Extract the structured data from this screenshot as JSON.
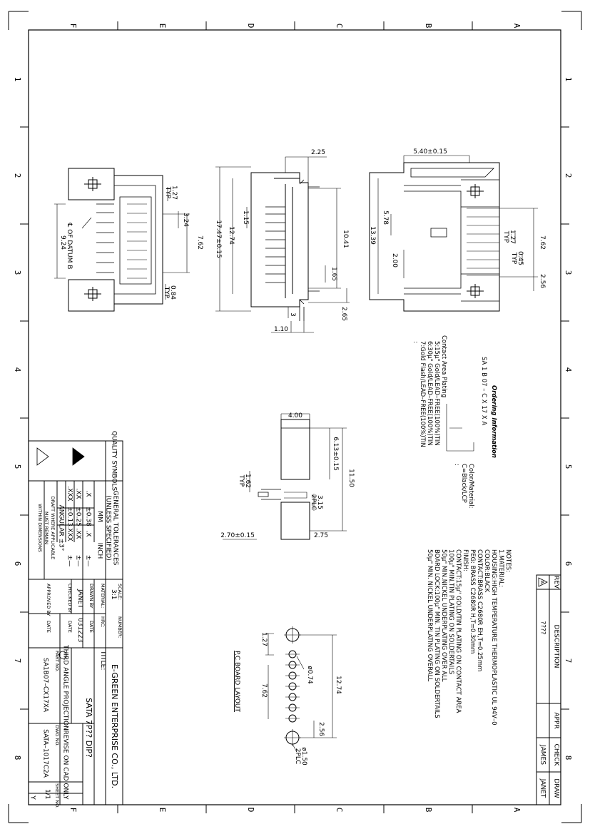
{
  "zones": {
    "letters": [
      "F",
      "E",
      "D",
      "C",
      "B",
      "A"
    ],
    "numbers": [
      "1",
      "2",
      "3",
      "4",
      "5",
      "6",
      "7",
      "8"
    ]
  },
  "views": {
    "left": {
      "dims": [
        "1.27",
        "TYP",
        "3.24",
        "7.62",
        "9.24",
        "℄ OF DATUM B",
        "0.84",
        "TYP"
      ]
    },
    "side": {
      "dims": [
        "2.25",
        "1.15",
        "12.74",
        "17.47±0.15",
        "10.41",
        "1.65",
        "2.65",
        "3",
        "1.10"
      ]
    },
    "right": {
      "dims": [
        "5.40±0.15",
        "5.78",
        "13.39",
        "2.00",
        "1.27",
        "TYP",
        "0.45",
        "TYP",
        "7.62",
        "2.56"
      ]
    },
    "front": {
      "dims": [
        "4.00",
        "6.13±0.15",
        "11.50",
        "1.62",
        "TYP",
        "3.15",
        "2PLC",
        "2.70±0.15",
        "2.75"
      ]
    },
    "pcb": {
      "title": "P.C.BOARD LAYOUT",
      "dims": [
        "1.27",
        "ø0.74",
        "12.74",
        "7.62",
        "2.56",
        "ø1.50",
        "2PLC"
      ]
    }
  },
  "ordering": {
    "title": "Ordering Information",
    "code": "SA 1 B 07 – C X 17 X A",
    "plating_title": "Contact Area Plating",
    "plating": [
      "5:15µ\" Gold/LEAD–FREE(100%)TIN",
      "6:30µ\" Gold/LEAD–FREE(100%)TIN",
      "7:Gold Flash/LEAD–FREE(100%)TIN",
      ":"
    ],
    "color_title": "Color/Material:",
    "color_values": [
      "C=Black/LCP",
      ":"
    ]
  },
  "notes": {
    "lines": [
      "NOTES:",
      "1.MATERIAL:",
      "HOUSING:HIGH TEMPERATURE THERMOPLASTIC UL 94V–0",
      "         COLOR:BLACK",
      "CONTACT:BRASS C2680R EH,T=0.25mm",
      "PEG: BRASS C2680R H,T=0.30mm",
      "FINISH:",
      "CONTACT:15µ\" GOLD/TIN PLATING ON CONTACT AREA",
      "         100µ\" MIN.TIN PLATING ON SOLDERTAILS",
      "         50µ\" MIN.NICKEL UNDERPLATING OVER ALL",
      "BOARD LOCK:100µ\" MIN. TIN PLATING ON SOLDERTAILS",
      "         50µ\" MIN. NICKEL UNDERPLATING OVERALL"
    ]
  },
  "revision": {
    "headers": [
      "REV",
      "DESCRIPTION",
      "APPR",
      "CHECK",
      "DRAW"
    ],
    "rev": "A",
    "description": "????",
    "check": "JAMES",
    "draw": "JANET"
  },
  "title_block": {
    "quality": "QUALITY SYMBOLS",
    "tol_title": "GENERAL TOLERANCES",
    "tol_sub": "(UNLESS SPECIFIED)",
    "tol_headers": [
      "MM",
      "INCH"
    ],
    "tol_rows": [
      [
        ".X",
        "±0.38",
        ".X",
        "±—"
      ],
      [
        ".XX",
        "±0.25",
        ".XX",
        "±—"
      ],
      [
        ".XXX",
        "±0.13",
        ".XXX",
        "±—"
      ]
    ],
    "angular": "ANGULAR ±3°",
    "draft": [
      "DRAFT WHERE APPLICABLE",
      "MUST REMAIN",
      "WITHIN DIMENSIONS"
    ],
    "scale_label": "SCALE:",
    "scale_value": "3:1",
    "number_label": "NUMBER:",
    "material_label": "MATERIAL:",
    "hrc_label": "HRC:",
    "drawn_by_label": "DRAWN BY",
    "drawn_by": "JANET",
    "date_label": "DATE",
    "date": "031223",
    "checked_by_label": "CHECKED BY",
    "approved_by_label": "APPROVED BY",
    "company": "E-GREEN ENTERPRISE CO., LTD.",
    "title_label": "TITLE:",
    "title": "SATA 7P??  DIP?",
    "projection": "THIRD ANGLE PROJECTION",
    "revise": "REVISE ON CAD ONLY",
    "part_no_label": "PART NO.",
    "part_no": "SA1B07–CX17XA",
    "dwg_no_label": "DWG NO.",
    "dwg_no": "SATA–1017C2A",
    "sheet_label": "SHEET NO.",
    "sheet": "1/1",
    "corner": "Y"
  }
}
